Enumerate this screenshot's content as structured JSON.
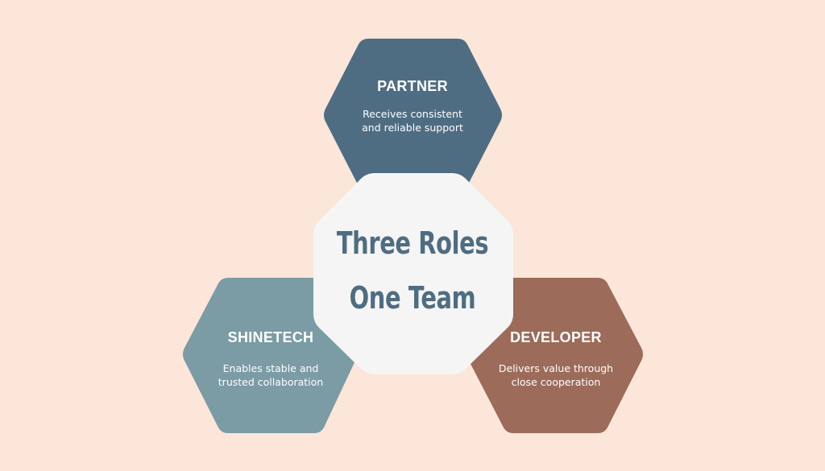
{
  "colors": {
    "background": "#fbe6d9",
    "partner": "#4e6d83",
    "shinetech": "#7b9ba5",
    "developer": "#9c6b5a",
    "center_fill": "#f5f5f5",
    "center_text": "#4e6d83",
    "hex_text": "#ffffff"
  },
  "center": {
    "line1": "Three Roles",
    "line2": "One Team"
  },
  "roles": {
    "partner": {
      "title": "PARTNER",
      "desc_line1": "Receives consistent",
      "desc_line2": "and reliable support"
    },
    "shinetech": {
      "title": "SHINETECH",
      "desc_line1": "Enables stable and",
      "desc_line2": "trusted collaboration"
    },
    "developer": {
      "title": "DEVELOPER",
      "desc_line1": "Delivers value through",
      "desc_line2": "close cooperation"
    }
  }
}
